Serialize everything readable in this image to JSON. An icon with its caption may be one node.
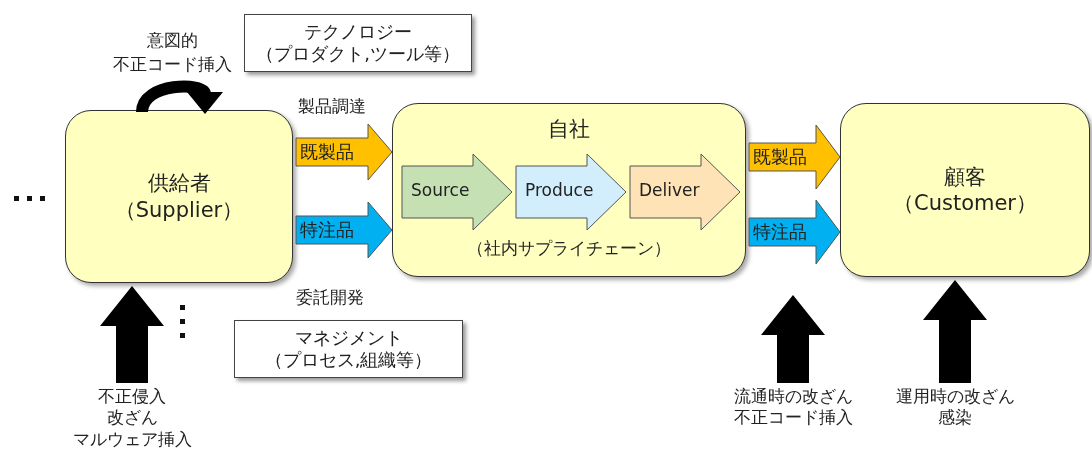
{
  "diagram": {
    "nodes": [
      {
        "text": [
          "供給者",
          "（Supplier）"
        ]
      },
      {
        "text": [
          "自社",
          "（社内サプライチェーン）"
        ]
      },
      {
        "text": [
          "Source"
        ],
        "in": 1
      },
      {
        "text": [
          "Produce"
        ],
        "in": 1
      },
      {
        "text": [
          "Deliver"
        ],
        "in": 1
      },
      {
        "text": [
          "顧客",
          "（Customer）"
        ]
      },
      {
        "text": [
          "テクノロジー",
          "（プロダクト,ツール等）"
        ]
      },
      {
        "text": [
          "マネジメント",
          "（プロセス,組織等）"
        ]
      },
      {
        "text": [
          "不正侵入",
          "改ざん",
          "マルウェア挿入"
        ]
      },
      {
        "text": [
          "流通時の改ざん",
          "不正コード挿入"
        ]
      },
      {
        "text": [
          "運用時の改ざん",
          "感染"
        ]
      }
    ],
    "edges": [
      {
        "from": 0,
        "to": 1,
        "arrow": "to",
        "label": "既製品",
        "style": "thick",
        "color": "#ffc000"
      },
      {
        "from": 0,
        "to": 1,
        "arrow": "to",
        "label": "特注品",
        "style": "thick",
        "color": "#00b0f0"
      },
      {
        "from": 1,
        "to": 5,
        "arrow": "to",
        "label": "既製品",
        "style": "thick",
        "color": "#ffc000"
      },
      {
        "from": 1,
        "to": 5,
        "arrow": "to",
        "label": "特注品",
        "style": "thick",
        "color": "#00b0f0"
      },
      {
        "from": 0,
        "to": 0,
        "arrow": "to",
        "color": "#000000"
      },
      {
        "from": 8,
        "to": 0,
        "arrow": "to",
        "style": "thick",
        "color": "#000000"
      },
      {
        "from": 9,
        "to": null,
        "arrow": "to",
        "style": "thick",
        "color": "#000000"
      },
      {
        "from": 10,
        "to": 5,
        "arrow": "to",
        "style": "thick",
        "color": "#000000"
      }
    ],
    "labels": [
      "意図的",
      "不正コード挿入",
      "製品調達",
      "委託開発"
    ]
  }
}
